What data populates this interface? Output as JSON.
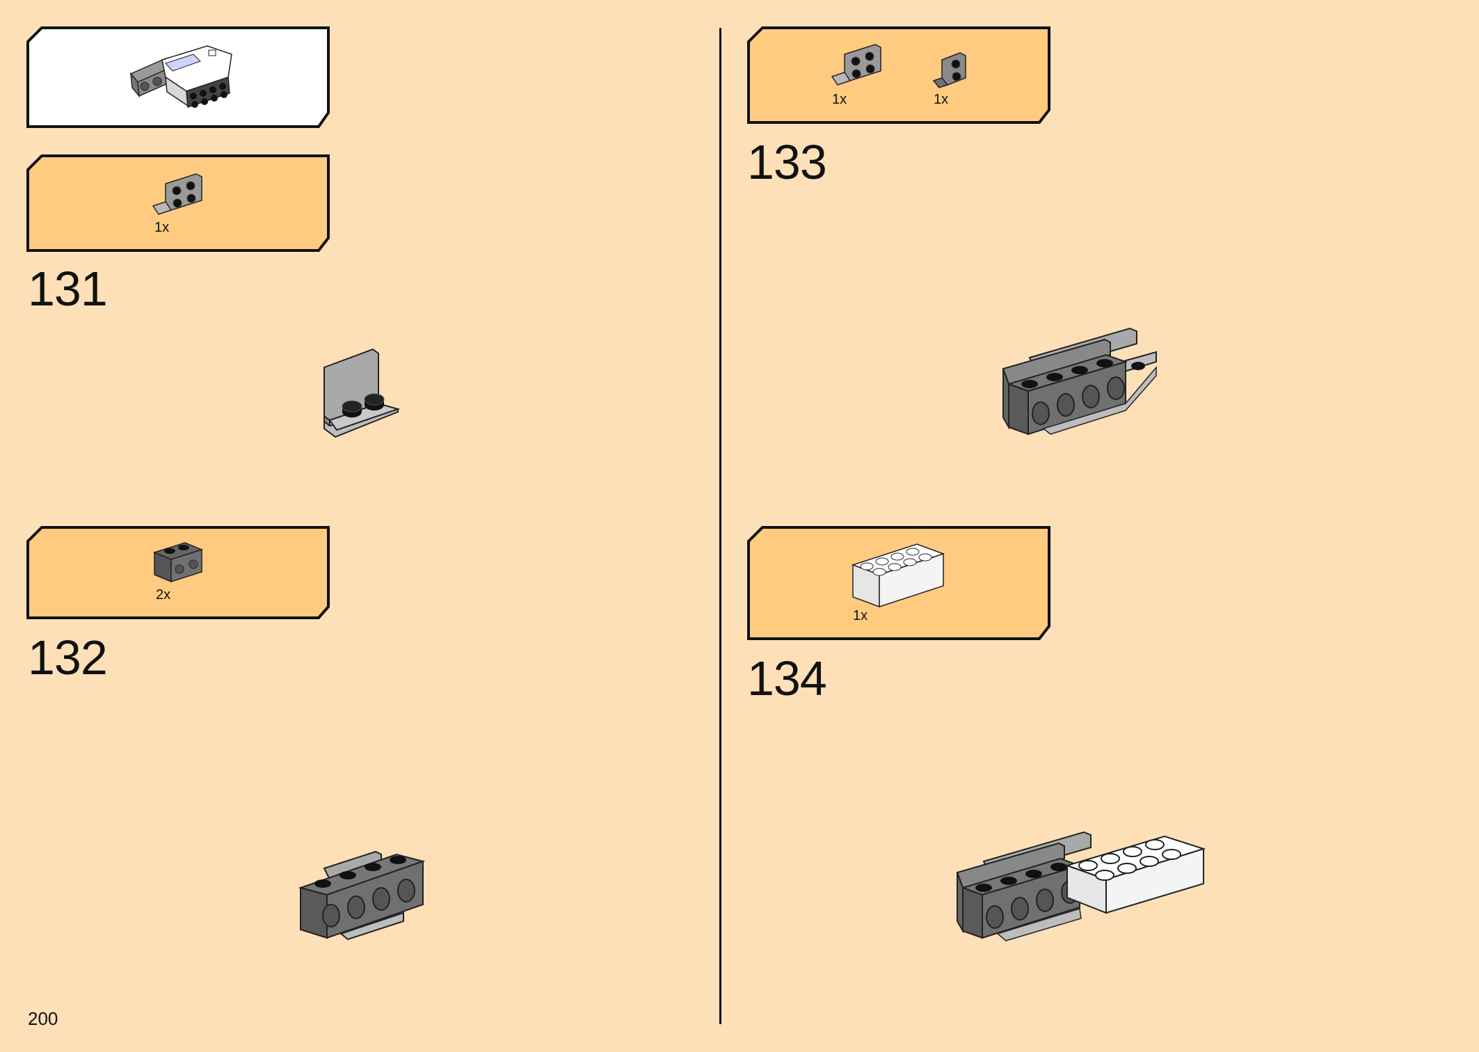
{
  "page_number": "200",
  "colors": {
    "background": "#fee0b8",
    "callout_fill": "#fecb80",
    "submodel_fill": "#ffffff",
    "outline": "#111111",
    "dark_grey": "#707070",
    "light_grey": "#a9a9a9"
  },
  "submodel_callout": {
    "icon": "submodel-preview-icon"
  },
  "steps": [
    {
      "number": "131",
      "parts": [
        {
          "qty": "1x",
          "icon": "bracket-plate-icon"
        }
      ]
    },
    {
      "number": "132",
      "parts": [
        {
          "qty": "2x",
          "icon": "technic-brick-icon"
        }
      ]
    },
    {
      "number": "133",
      "parts": [
        {
          "qty": "1x",
          "icon": "bracket-2x2-icon"
        },
        {
          "qty": "1x",
          "icon": "bracket-1x2-icon"
        }
      ]
    },
    {
      "number": "134",
      "parts": [
        {
          "qty": "1x",
          "icon": "white-brick-2x4-icon"
        }
      ]
    }
  ]
}
